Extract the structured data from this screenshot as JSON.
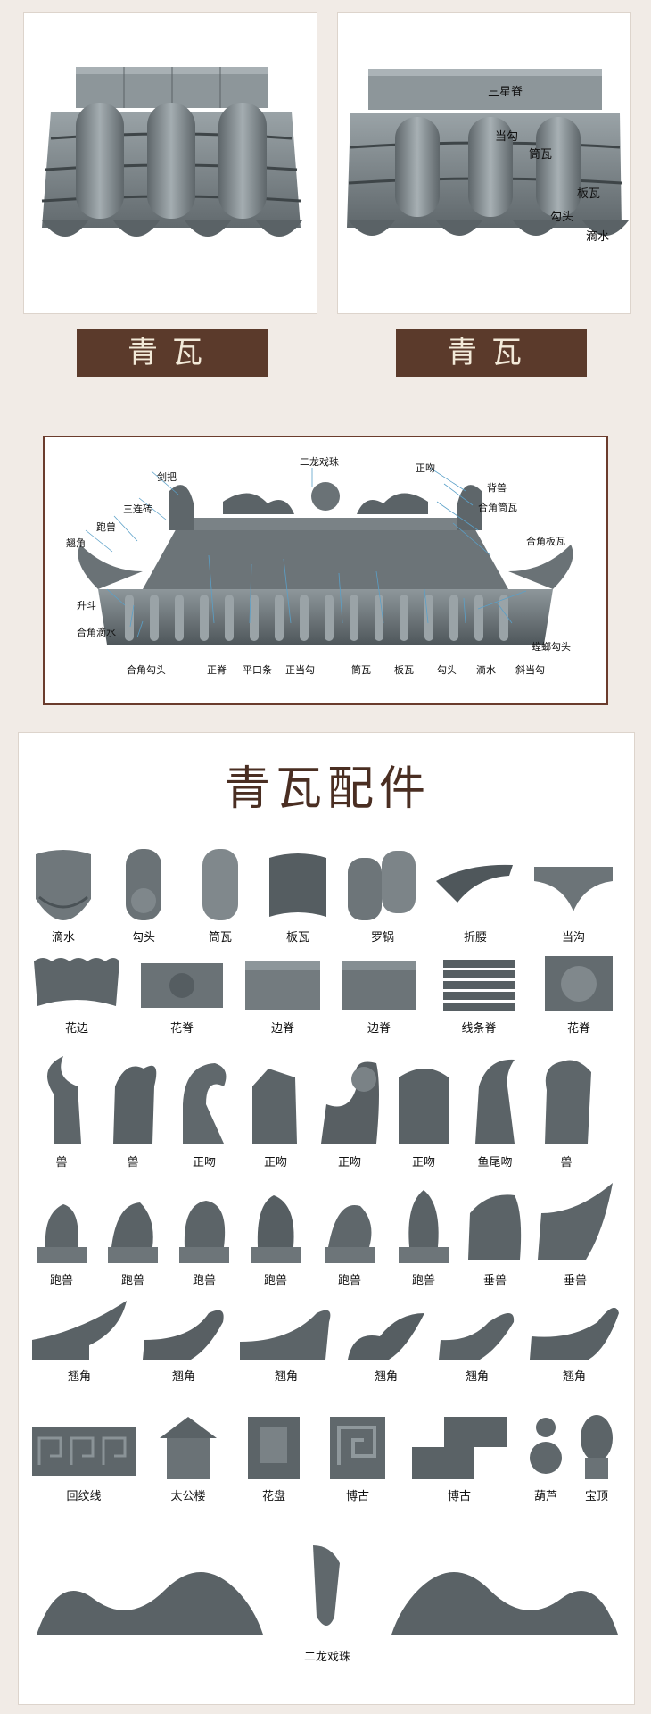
{
  "top_section": {
    "left_caption": "青瓦",
    "right_caption": "青瓦",
    "right_photo_tags": [
      "三星脊",
      "当勾",
      "筒瓦",
      "板瓦",
      "勾头",
      "滴水"
    ]
  },
  "diagram": {
    "labels": [
      "二龙戏珠",
      "剑把",
      "正吻",
      "背兽",
      "三连砖",
      "合角筒瓦",
      "跑兽",
      "翘角",
      "合角板瓦",
      "升斗",
      "合角滴水",
      "螳螂勾头",
      "合角勾头",
      "正脊",
      "平口条",
      "正当勾",
      "筒瓦",
      "板瓦",
      "勾头",
      "滴水",
      "斜当勾"
    ]
  },
  "catalog": {
    "title": "青瓦配件",
    "row1": [
      "滴水",
      "勾头",
      "筒瓦",
      "板瓦",
      "罗锅",
      "折腰",
      "当沟"
    ],
    "row2": [
      "花边",
      "花脊",
      "边脊",
      "边脊",
      "线条脊",
      "花脊"
    ],
    "row3": [
      "兽",
      "兽",
      "正吻",
      "正吻",
      "正吻",
      "正吻",
      "鱼尾吻",
      "兽"
    ],
    "row4": [
      "跑兽",
      "跑兽",
      "跑兽",
      "跑兽",
      "跑兽",
      "跑兽",
      "垂兽",
      "垂兽"
    ],
    "row5": [
      "翘角",
      "翘角",
      "翘角",
      "翘角",
      "翘角",
      "翘角"
    ],
    "row6": [
      "回纹线",
      "太公楼",
      "花盘",
      "博古",
      "博古",
      "葫芦",
      "宝顶"
    ],
    "row7": [
      "二龙戏珠"
    ]
  },
  "colors": {
    "background": "#f1ebe6",
    "caption_plate": "#5b3a2b",
    "diagram_border": "#6b3c2d",
    "title_text": "#4a2e22",
    "tile_gray": "#7d8589"
  }
}
